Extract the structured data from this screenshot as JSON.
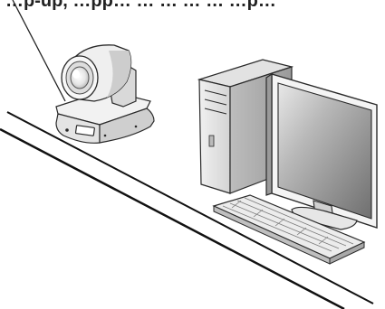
{
  "caption": "…p-up, …pp… … … … … …p…",
  "colors": {
    "outline": "#2a2a2a",
    "shelf_edge": "#111111",
    "device_light": "#f4f4f4",
    "device_mid": "#d2d2d2",
    "device_dark": "#8c8c8c",
    "screen_dark": "#6f6f6f",
    "screen_light": "#e8e8e8"
  },
  "objects": [
    {
      "name": "ptz-camera",
      "kind": "device"
    },
    {
      "name": "desktop-computer",
      "kind": "device"
    },
    {
      "name": "keyboard",
      "kind": "device"
    }
  ]
}
